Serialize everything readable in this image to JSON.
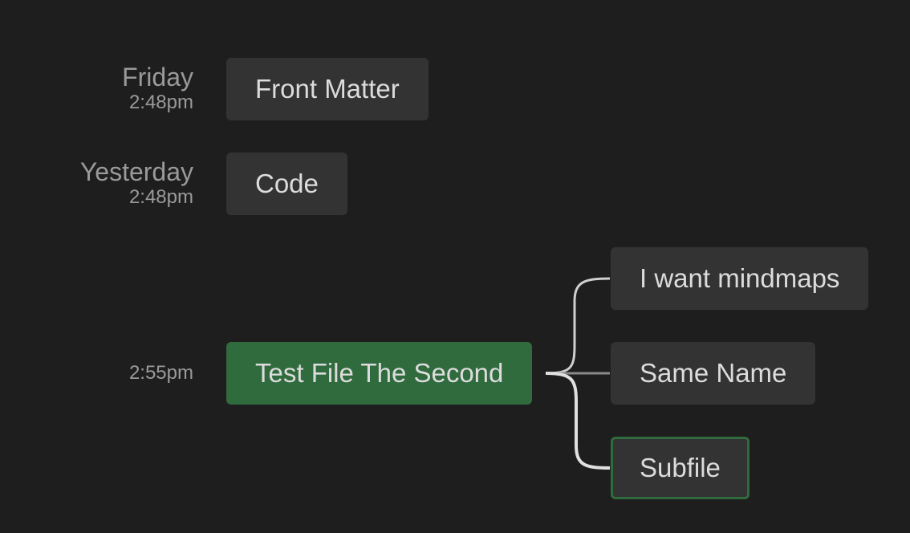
{
  "colors": {
    "background": "#1e1e1e",
    "node": "#333333",
    "active_node": "#306b3e",
    "text": "#dcdcdc",
    "muted_text": "#9a9a9a",
    "link": "#d0d0d0"
  },
  "timeline": [
    {
      "day": "Friday",
      "time": "2:48pm",
      "title": "Front Matter"
    },
    {
      "day": "Yesterday",
      "time": "2:48pm",
      "title": "Code"
    },
    {
      "day": "",
      "time": "2:55pm",
      "title": "Test File The Second"
    }
  ],
  "children": [
    {
      "title": "I want mindmaps"
    },
    {
      "title": "Same Name"
    },
    {
      "title": "Subfile"
    }
  ]
}
